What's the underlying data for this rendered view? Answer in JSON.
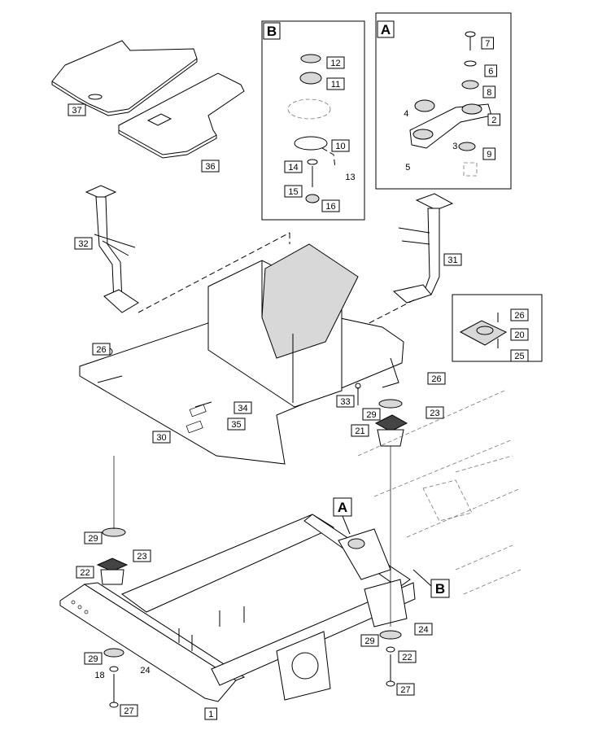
{
  "callouts": [
    {
      "id": "37",
      "label": "37"
    },
    {
      "id": "36",
      "label": "36"
    },
    {
      "id": "32",
      "label": "32"
    },
    {
      "id": "31",
      "label": "31"
    },
    {
      "id": "26a",
      "label": "26"
    },
    {
      "id": "26b",
      "label": "26"
    },
    {
      "id": "26c",
      "label": "26"
    },
    {
      "id": "20",
      "label": "20"
    },
    {
      "id": "25",
      "label": "25"
    },
    {
      "id": "34",
      "label": "34"
    },
    {
      "id": "35",
      "label": "35"
    },
    {
      "id": "30",
      "label": "30"
    },
    {
      "id": "33",
      "label": "33"
    },
    {
      "id": "29a",
      "label": "29"
    },
    {
      "id": "23a",
      "label": "23"
    },
    {
      "id": "21",
      "label": "21"
    },
    {
      "id": "29b",
      "label": "29"
    },
    {
      "id": "23b",
      "label": "23"
    },
    {
      "id": "22a",
      "label": "22"
    },
    {
      "id": "24a",
      "label": "24"
    },
    {
      "id": "29c",
      "label": "29"
    },
    {
      "id": "22b",
      "label": "22"
    },
    {
      "id": "29d",
      "label": "29"
    },
    {
      "id": "24b",
      "label": "24"
    },
    {
      "id": "18",
      "label": "18"
    },
    {
      "id": "27a",
      "label": "27"
    },
    {
      "id": "27b",
      "label": "27"
    },
    {
      "id": "1",
      "label": "1"
    },
    {
      "id": "12",
      "label": "12"
    },
    {
      "id": "11",
      "label": "11"
    },
    {
      "id": "10",
      "label": "10"
    },
    {
      "id": "14",
      "label": "14"
    },
    {
      "id": "13",
      "label": "13"
    },
    {
      "id": "15",
      "label": "15"
    },
    {
      "id": "16",
      "label": "16"
    },
    {
      "id": "7",
      "label": "7"
    },
    {
      "id": "6",
      "label": "6"
    },
    {
      "id": "8",
      "label": "8"
    },
    {
      "id": "4",
      "label": "4"
    },
    {
      "id": "2",
      "label": "2"
    },
    {
      "id": "3",
      "label": "3"
    },
    {
      "id": "9",
      "label": "9"
    },
    {
      "id": "5",
      "label": "5"
    }
  ],
  "detail_views": {
    "b": {
      "letter": "B"
    },
    "a": {
      "letter": "A"
    }
  },
  "pointers": {
    "a": {
      "letter": "A"
    },
    "b": {
      "letter": "B"
    }
  }
}
